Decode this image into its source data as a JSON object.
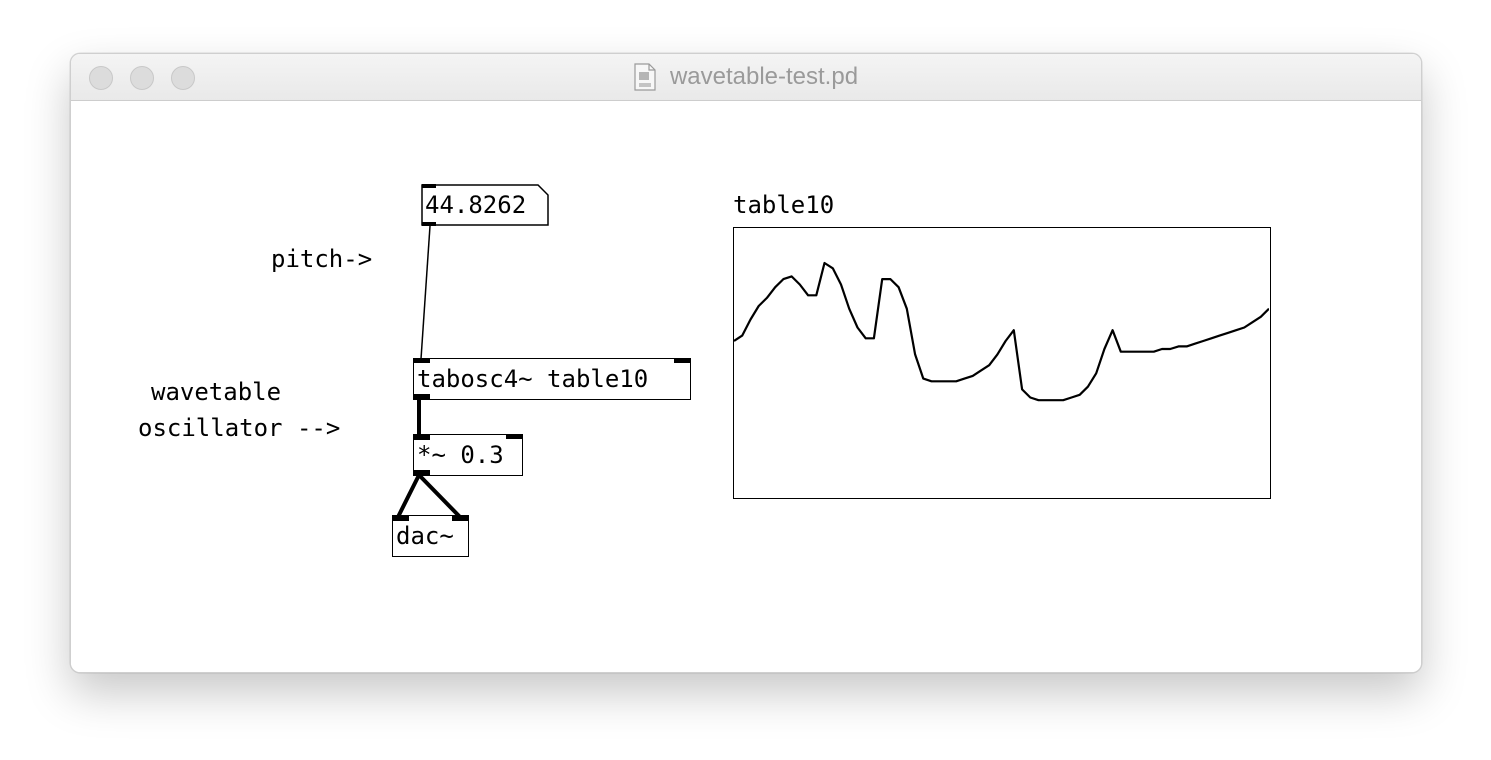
{
  "window": {
    "title": "wavetable-test.pd",
    "icon": "pd-document-icon"
  },
  "traffic_lights": [
    "close-button",
    "minimize-button",
    "zoom-button"
  ],
  "patch": {
    "comments": {
      "pitch": "pitch->",
      "wavetable_line1": "wavetable",
      "wavetable_line2": "oscillator -->"
    },
    "number_box": {
      "value": "44.8262"
    },
    "objects": {
      "tabosc": "tabosc4~ table10",
      "multiply": "*~ 0.3",
      "dac": "dac~"
    },
    "array": {
      "name": "table10",
      "samples": [
        0.58,
        0.6,
        0.66,
        0.71,
        0.74,
        0.78,
        0.81,
        0.82,
        0.79,
        0.75,
        0.75,
        0.87,
        0.85,
        0.79,
        0.7,
        0.63,
        0.59,
        0.59,
        0.81,
        0.81,
        0.78,
        0.7,
        0.53,
        0.44,
        0.43,
        0.43,
        0.43,
        0.43,
        0.44,
        0.45,
        0.47,
        0.49,
        0.53,
        0.58,
        0.62,
        0.4,
        0.37,
        0.36,
        0.36,
        0.36,
        0.36,
        0.37,
        0.38,
        0.41,
        0.46,
        0.55,
        0.62,
        0.54,
        0.54,
        0.54,
        0.54,
        0.54,
        0.55,
        0.55,
        0.56,
        0.56,
        0.57,
        0.58,
        0.59,
        0.6,
        0.61,
        0.62,
        0.63,
        0.65,
        0.67,
        0.7
      ],
      "range": [
        0,
        1
      ]
    }
  }
}
